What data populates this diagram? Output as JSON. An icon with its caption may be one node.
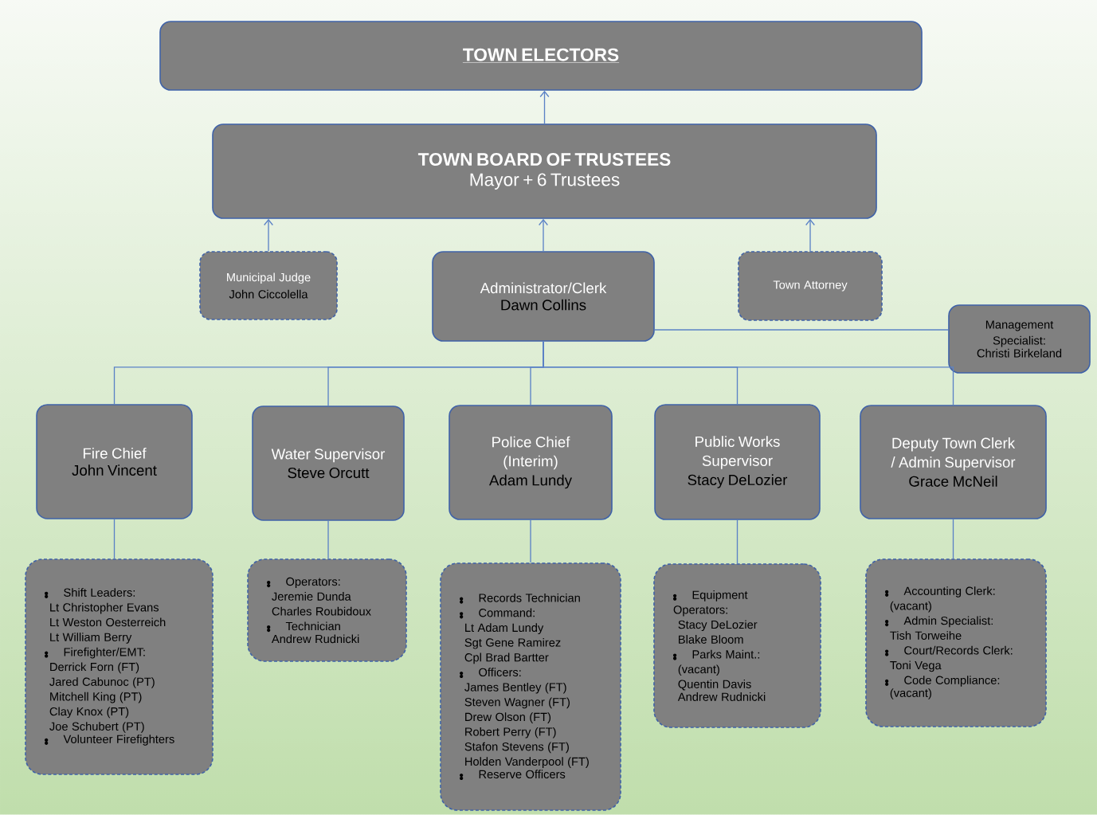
{
  "diagram": {
    "nodes": [
      {
        "text": [
          "TOWN ELECTORS"
        ]
      },
      {
        "text": [
          "TOWN BOARD OF TRUSTEES",
          "Mayor + 6 Trustees"
        ]
      },
      {
        "text": [
          "Municipal Judge",
          "John Ciccolella"
        ]
      },
      {
        "text": [
          "Administrator/Clerk",
          "Dawn Collins"
        ]
      },
      {
        "text": [
          "Town Attorney"
        ]
      },
      {
        "text": [
          "Management Specialist:",
          "Christi Birkeland"
        ]
      },
      {
        "text": [
          "Fire Chief",
          "John Vincent"
        ]
      },
      {
        "text": [
          "Water Supervisor",
          "Steve Orcutt"
        ]
      },
      {
        "text": [
          "Police Chief (Interim)",
          "Adam Lundy"
        ]
      },
      {
        "text": [
          "Public Works Supervisor",
          "Stacy DeLozier"
        ]
      },
      {
        "text": [
          "Deputy Town Clerk / Admin Supervisor",
          "Grace McNeil"
        ]
      },
      {
        "text": [
          "Shift Leaders:",
          "Lt Christopher Evans",
          "Lt Weston Oesterreich",
          "Lt William Berry",
          "Firefighter/EMT:",
          "Derrick Forn (FT)",
          "Jared Cabunoc (PT)",
          "Mitchell King (PT)",
          "Clay Knox (PT)",
          "Joe Schubert (PT)",
          "Volunteer Firefighters"
        ]
      },
      {
        "text": [
          "Operators:",
          "Jeremie Dunda",
          "Charles Roubidoux",
          "Technician",
          "Andrew Rudnicki"
        ]
      },
      {
        "text": [
          "Records Technician",
          "Command:",
          "Lt Adam Lundy",
          "Sgt Gene Ramirez",
          "Cpl Brad Bartter",
          "Officers:",
          "James Bentley (FT)",
          "Steven Wagner (FT)",
          "Drew Olson (FT)",
          "Robert Perry (FT)",
          "Stafon Stevens (FT)",
          "Holden Vanderpool (FT)",
          "Reserve Officers"
        ]
      },
      {
        "text": [
          "Equipment Operators:",
          "Stacy DeLozier",
          "Blake Bloom",
          "Parks Maint.:",
          "(vacant)",
          "Quentin Davis",
          "Andrew Rudnicki"
        ]
      },
      {
        "text": [
          "Accounting Clerk:",
          "(vacant)",
          "Admin Specialist:",
          "Tish Torweihe",
          "Court/Records Clerk:",
          "Toni Vega",
          "Code Compliance:",
          "(vacant)"
        ]
      }
    ],
    "edges": [
      {
        "from": 1,
        "to": 0,
        "arrow": "to"
      },
      {
        "from": 2,
        "to": 1,
        "arrow": "to"
      },
      {
        "from": 3,
        "to": 1,
        "arrow": "to"
      },
      {
        "from": 4,
        "to": 1,
        "arrow": "to"
      },
      {
        "from": 3,
        "to": 5,
        "arrow": "none"
      },
      {
        "from": 3,
        "to": 6,
        "arrow": "none"
      },
      {
        "from": 3,
        "to": 7,
        "arrow": "none"
      },
      {
        "from": 3,
        "to": 8,
        "arrow": "none"
      },
      {
        "from": 3,
        "to": 9,
        "arrow": "none"
      },
      {
        "from": 3,
        "to": 10,
        "arrow": "none"
      },
      {
        "from": 6,
        "to": 11,
        "arrow": "none"
      },
      {
        "from": 7,
        "to": 12,
        "arrow": "none"
      },
      {
        "from": 8,
        "to": 13,
        "arrow": "none"
      },
      {
        "from": 9,
        "to": 14,
        "arrow": "none"
      },
      {
        "from": 10,
        "to": 15,
        "arrow": "none"
      }
    ]
  }
}
